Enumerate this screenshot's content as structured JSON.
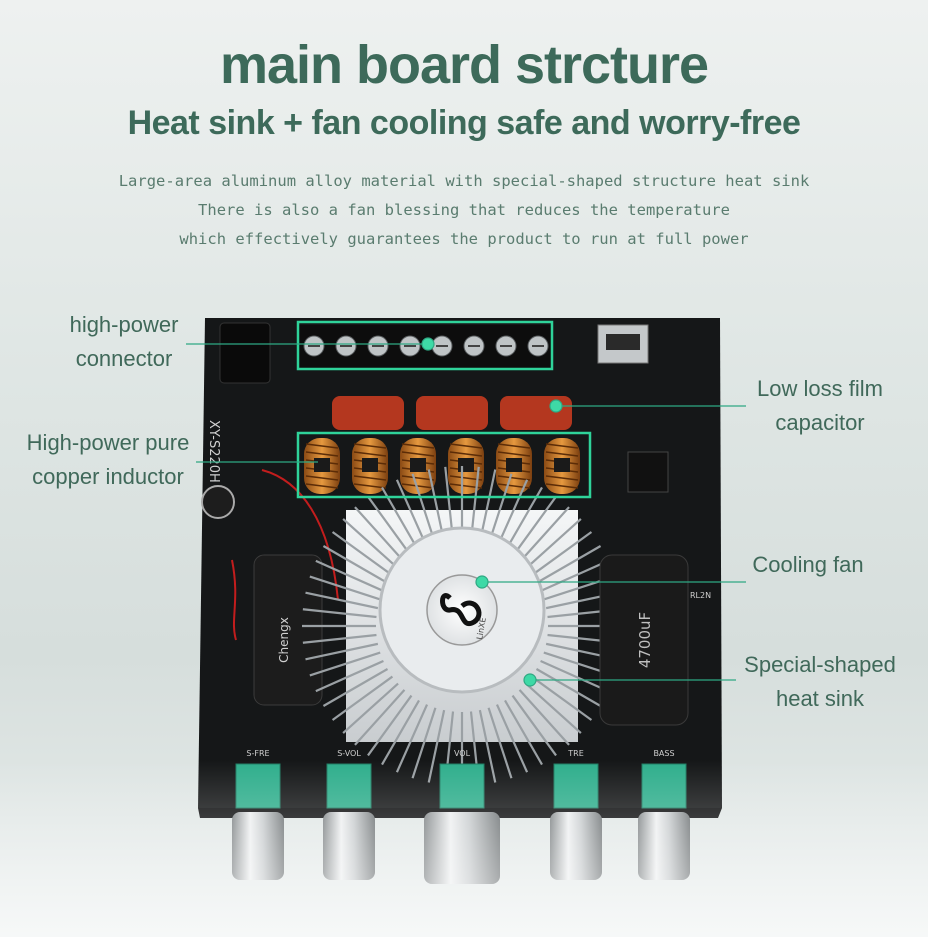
{
  "title": "main board strcture",
  "subtitle": "Heat sink + fan cooling  safe and worry-free",
  "description": [
    "Large-area aluminum alloy material with special-shaped structure heat sink",
    "There is also a fan blessing that reduces the temperature",
    "which effectively guarantees the product to run at full power"
  ],
  "callouts": {
    "connector": [
      "high-power",
      "connector"
    ],
    "capacitor": [
      "Low loss film",
      "capacitor"
    ],
    "inductor": [
      "High-power pure",
      "copper inductor"
    ],
    "fan": [
      "Cooling fan"
    ],
    "heatsink": [
      "Special-shaped",
      "heat sink"
    ]
  },
  "board": {
    "model": "XY-S220H",
    "knob_labels": [
      "S-FRE",
      "S-VOL",
      "VOL",
      "TRE",
      "BASS"
    ],
    "cap_left_text": "Chengx",
    "cap_right_text": "4700uF",
    "fan_brand": "LinXE",
    "chip_text": "RL2N"
  },
  "colors": {
    "accent": "#3d6a5a",
    "highlight": "#2fd39a"
  }
}
